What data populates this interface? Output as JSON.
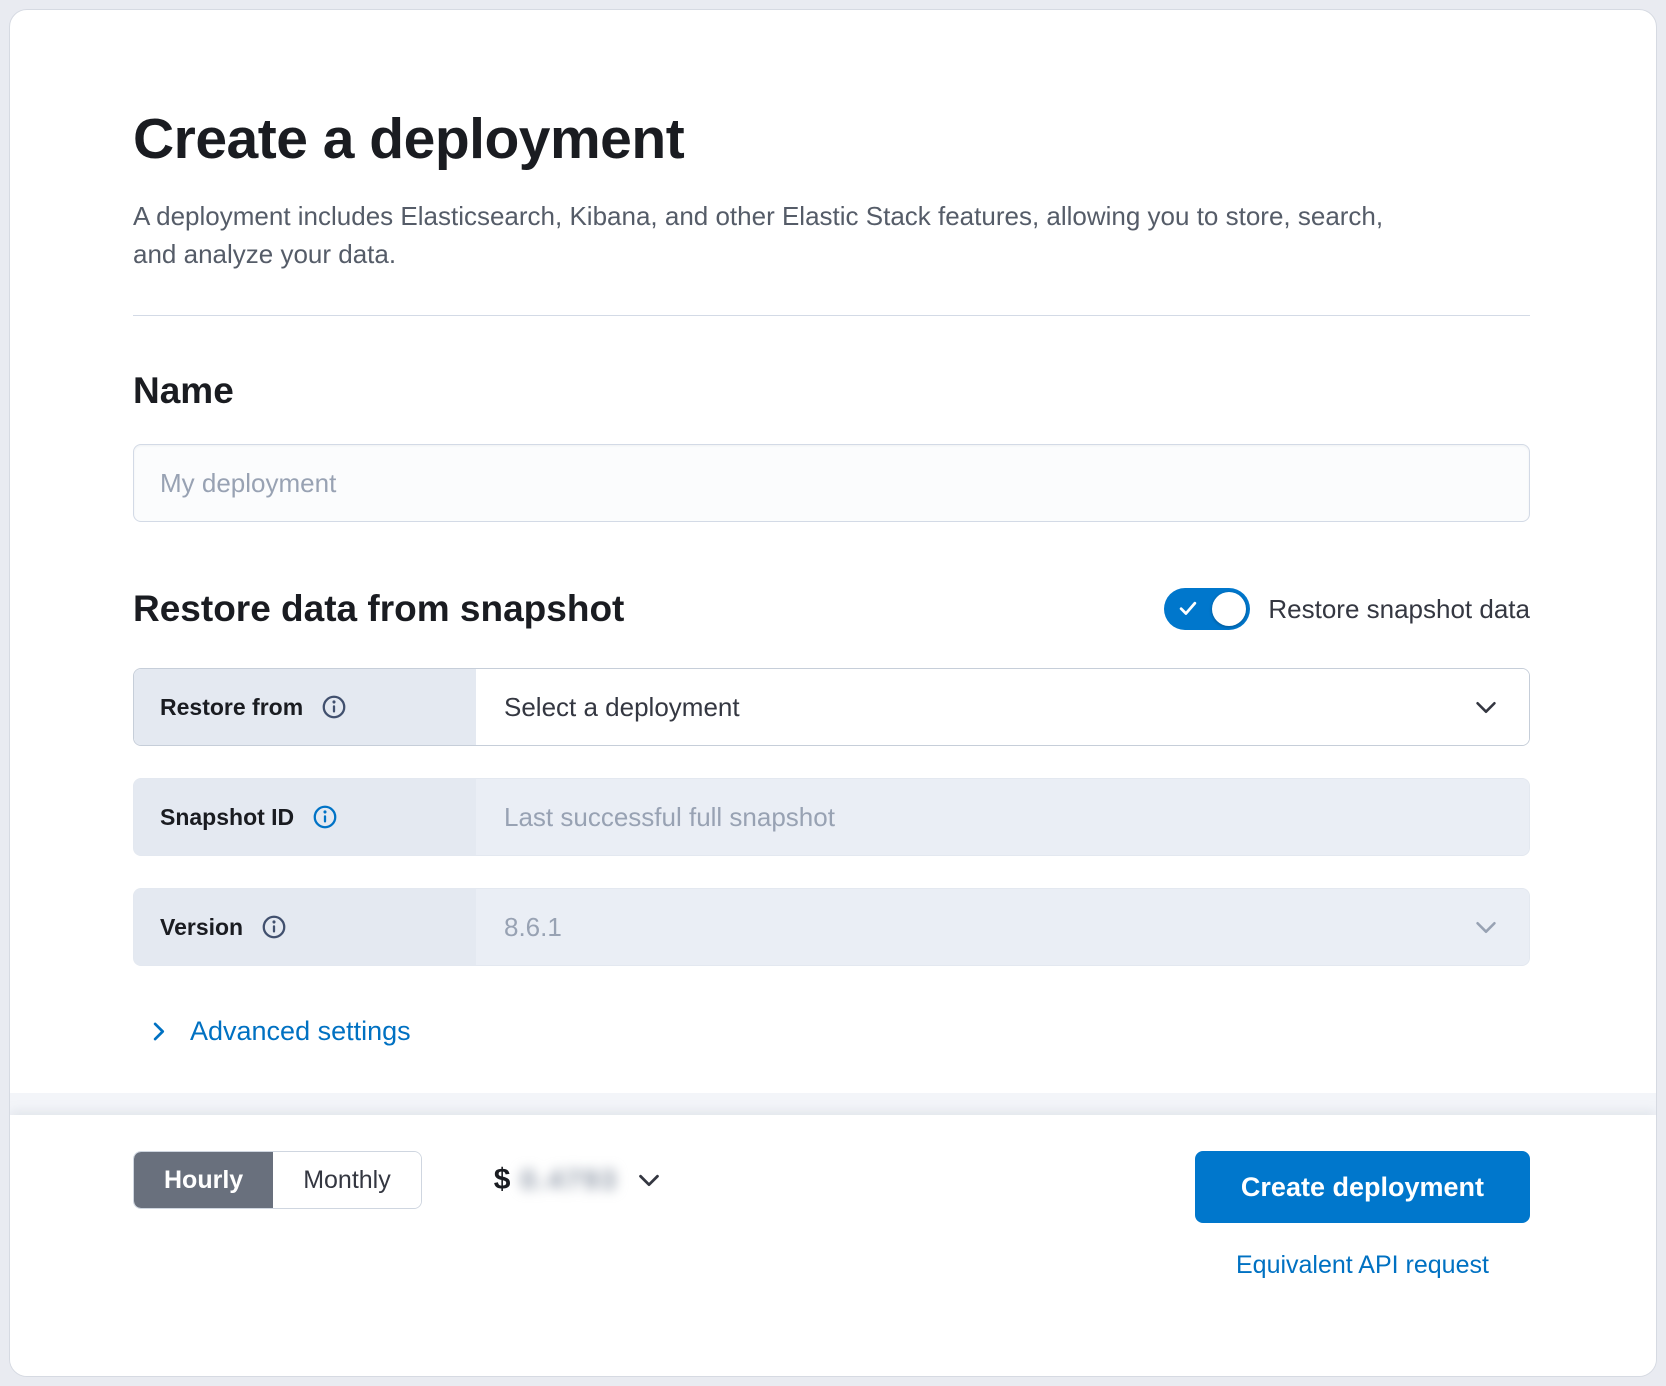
{
  "header": {
    "title": "Create a deployment",
    "subtitle": "A deployment includes Elasticsearch, Kibana, and other Elastic Stack features, allowing you to store, search, and analyze your data."
  },
  "name_section": {
    "heading": "Name",
    "input_placeholder": "My deployment",
    "input_value": ""
  },
  "restore_section": {
    "heading": "Restore data from snapshot",
    "toggle_label": "Restore snapshot data",
    "toggle_state": "on",
    "rows": [
      {
        "label": "Restore from",
        "value": "Select a deployment"
      },
      {
        "label": "Snapshot ID",
        "value": "Last successful full snapshot"
      },
      {
        "label": "Version",
        "value": "8.6.1"
      }
    ],
    "advanced_settings_label": "Advanced settings"
  },
  "footer": {
    "billing_toggle": {
      "options": [
        "Hourly",
        "Monthly"
      ],
      "selected": "Hourly"
    },
    "price": {
      "currency": "$",
      "amount": "0.4793",
      "blurred": true
    },
    "create_button_label": "Create deployment",
    "api_link_label": "Equivalent API request"
  },
  "colors": {
    "primary": "#0077cc",
    "link": "#0071c2",
    "selected_billing_bg": "#69707d",
    "disabled_bg": "#eaeef5",
    "label_bg": "#e4e9f1"
  }
}
